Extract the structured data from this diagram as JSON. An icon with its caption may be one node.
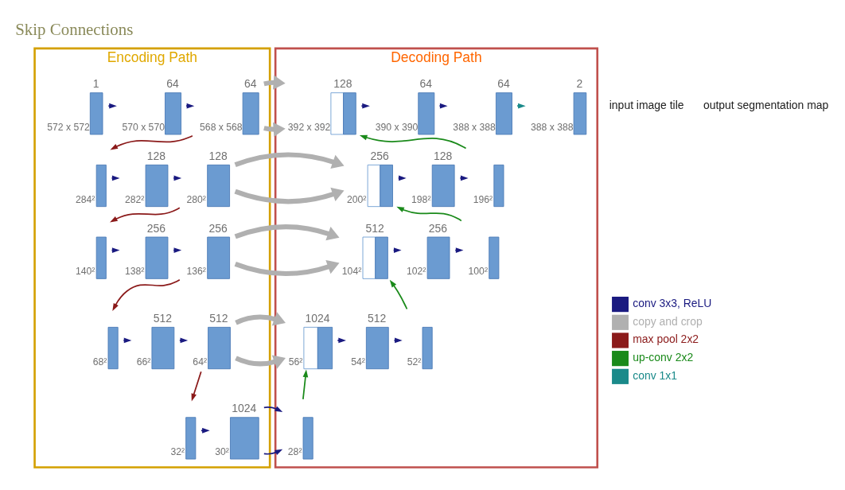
{
  "diagram": {
    "nodes": [
      {
        "text": [
          "Encoding Path"
        ]
      },
      {
        "text": [
          "Decoding Path"
        ]
      },
      {
        "text": [
          "1"
        ],
        "in": 0,
        "beside": [
          "572 x 572"
        ]
      },
      {
        "text": [
          "64"
        ],
        "in": 0,
        "beside": [
          "570 x 570"
        ]
      },
      {
        "text": [
          "64"
        ],
        "in": 0,
        "beside": [
          "568 x 568"
        ]
      },
      {
        "text": [],
        "shape": "bar",
        "in": 0,
        "beside": [
          "284²"
        ]
      },
      {
        "text": [
          "128"
        ],
        "in": 0,
        "beside": [
          "282²"
        ]
      },
      {
        "text": [
          "128"
        ],
        "in": 0,
        "beside": [
          "280²"
        ]
      },
      {
        "text": [],
        "shape": "bar",
        "in": 0,
        "beside": [
          "140²"
        ]
      },
      {
        "text": [
          "256"
        ],
        "in": 0,
        "beside": [
          "138²"
        ]
      },
      {
        "text": [
          "256"
        ],
        "in": 0,
        "beside": [
          "136²"
        ]
      },
      {
        "text": [],
        "shape": "bar",
        "in": 0,
        "beside": [
          "68²"
        ]
      },
      {
        "text": [
          "512"
        ],
        "in": 0,
        "beside": [
          "66²"
        ]
      },
      {
        "text": [
          "512"
        ],
        "in": 0,
        "beside": [
          "64²"
        ]
      },
      {
        "text": [],
        "shape": "bar",
        "in": 0,
        "beside": [
          "32²"
        ]
      },
      {
        "text": [
          "1024"
        ],
        "in": 0,
        "beside": [
          "30²"
        ]
      },
      {
        "text": [],
        "shape": "bar",
        "in": 1,
        "beside": [
          "28²"
        ]
      },
      {
        "text": [
          "1024"
        ],
        "in": 1,
        "beside": [
          "56²"
        ]
      },
      {
        "text": [
          "512"
        ],
        "in": 1,
        "beside": [
          "54²"
        ]
      },
      {
        "text": [],
        "shape": "bar",
        "in": 1,
        "beside": [
          "52²"
        ]
      },
      {
        "text": [
          "512"
        ],
        "in": 1,
        "beside": [
          "104²"
        ]
      },
      {
        "text": [
          "256"
        ],
        "in": 1,
        "beside": [
          "102²"
        ]
      },
      {
        "text": [],
        "shape": "bar",
        "in": 1,
        "beside": [
          "100²"
        ]
      },
      {
        "text": [
          "256"
        ],
        "in": 1,
        "beside": [
          "200²"
        ]
      },
      {
        "text": [
          "128"
        ],
        "in": 1,
        "beside": [
          "198²"
        ]
      },
      {
        "text": [],
        "shape": "bar",
        "in": 1,
        "beside": [
          "196²"
        ]
      },
      {
        "text": [
          "128"
        ],
        "in": 1,
        "beside": [
          "392 x 392"
        ]
      },
      {
        "text": [
          "64"
        ],
        "in": 1,
        "beside": [
          "390 x 390"
        ]
      },
      {
        "text": [
          "64"
        ],
        "in": 1,
        "beside": [
          "388 x 388"
        ]
      },
      {
        "text": [
          "2"
        ],
        "in": 1,
        "beside": [
          "388 x 388"
        ]
      }
    ],
    "edges": [
      {
        "from": 2,
        "to": 3,
        "arrow": "to"
      },
      {
        "from": 3,
        "to": 4,
        "arrow": "to"
      },
      {
        "from": 4,
        "to": 5,
        "arrow": "to",
        "color": "#8b1a1a"
      },
      {
        "from": 5,
        "to": 6,
        "arrow": "to"
      },
      {
        "from": 6,
        "to": 7,
        "arrow": "to"
      },
      {
        "from": 7,
        "to": 8,
        "arrow": "to",
        "color": "#8b1a1a"
      },
      {
        "from": 8,
        "to": 9,
        "arrow": "to"
      },
      {
        "from": 9,
        "to": 10,
        "arrow": "to"
      },
      {
        "from": 10,
        "to": 11,
        "arrow": "to",
        "color": "#8b1a1a"
      },
      {
        "from": 11,
        "to": 12,
        "arrow": "to"
      },
      {
        "from": 12,
        "to": 13,
        "arrow": "to"
      },
      {
        "from": 13,
        "to": 14,
        "arrow": "to",
        "color": "#8b1a1a"
      },
      {
        "from": 14,
        "to": 15,
        "arrow": "to"
      },
      {
        "from": 15,
        "to": 16,
        "arrow": "to"
      },
      {
        "from": 16,
        "to": 17,
        "arrow": "to",
        "color": "#1a8a1a"
      },
      {
        "from": 13,
        "to": 17,
        "arrow": "to",
        "style": "thick",
        "color": "#b0b0b0"
      },
      {
        "from": 17,
        "to": 18,
        "arrow": "to"
      },
      {
        "from": 18,
        "to": 19,
        "arrow": "to"
      },
      {
        "from": 19,
        "to": 20,
        "arrow": "to",
        "color": "#1a8a1a"
      },
      {
        "from": 10,
        "to": 20,
        "arrow": "to",
        "style": "thick",
        "color": "#b0b0b0"
      },
      {
        "from": 20,
        "to": 21,
        "arrow": "to"
      },
      {
        "from": 21,
        "to": 22,
        "arrow": "to"
      },
      {
        "from": 22,
        "to": 23,
        "arrow": "to",
        "color": "#1a8a1a"
      },
      {
        "from": 7,
        "to": 23,
        "arrow": "to",
        "style": "thick",
        "color": "#b0b0b0"
      },
      {
        "from": 23,
        "to": 24,
        "arrow": "to"
      },
      {
        "from": 24,
        "to": 25,
        "arrow": "to"
      },
      {
        "from": 25,
        "to": 26,
        "arrow": "to",
        "color": "#1a8a1a"
      },
      {
        "from": 4,
        "to": 26,
        "arrow": "to",
        "style": "thick",
        "color": "#b0b0b0"
      },
      {
        "from": 26,
        "to": 27,
        "arrow": "to"
      },
      {
        "from": 27,
        "to": 28,
        "arrow": "to"
      },
      {
        "from": 28,
        "to": 29,
        "arrow": "to",
        "color": "#1a8a8a"
      }
    ],
    "labels": [
      "Skip Connections",
      "input image tile",
      "output segmentation map"
    ],
    "legend": [
      {
        "text": "conv 3x3, ReLU"
      },
      {
        "text": "copy and crop"
      },
      {
        "text": "max pool 2x2"
      },
      {
        "text": "up-conv 2x2"
      },
      {
        "text": "conv 1x1"
      }
    ]
  }
}
